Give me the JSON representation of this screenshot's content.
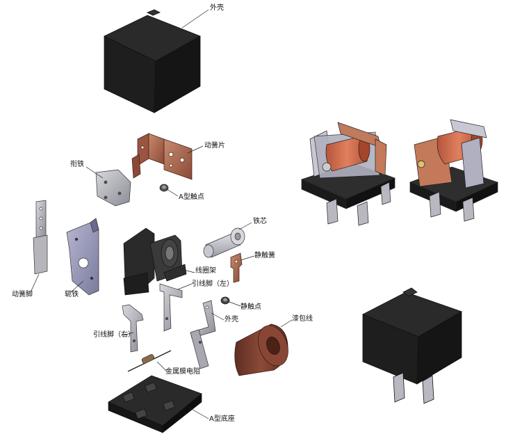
{
  "labels": {
    "outer_shell_top": "外壳",
    "moving_spring": "动簧片",
    "armature": "衔铁",
    "contact_a": "A型触点",
    "iron_core": "铁芯",
    "coil_frame": "线圈架",
    "static_spring": "静触簧",
    "moving_spring_pin": "动簧脚",
    "yoke": "轭铁",
    "lead_pin_left": "引线脚（左）",
    "static_contact": "静触点",
    "outer_shell_pin": "外壳",
    "enameled_wire": "漆包线",
    "lead_pin_right": "引线脚（右）",
    "metal_film_resistor": "金属膜电阻",
    "base_a": "A型底座"
  },
  "colors": {
    "shell_black": "#1d1d1d",
    "copper": "#b06a50",
    "coil_brown": "#7a3a2a",
    "steel_gray": "#a8a8b0",
    "yoke_blue": "#9a9ab8",
    "line": "#222222"
  }
}
